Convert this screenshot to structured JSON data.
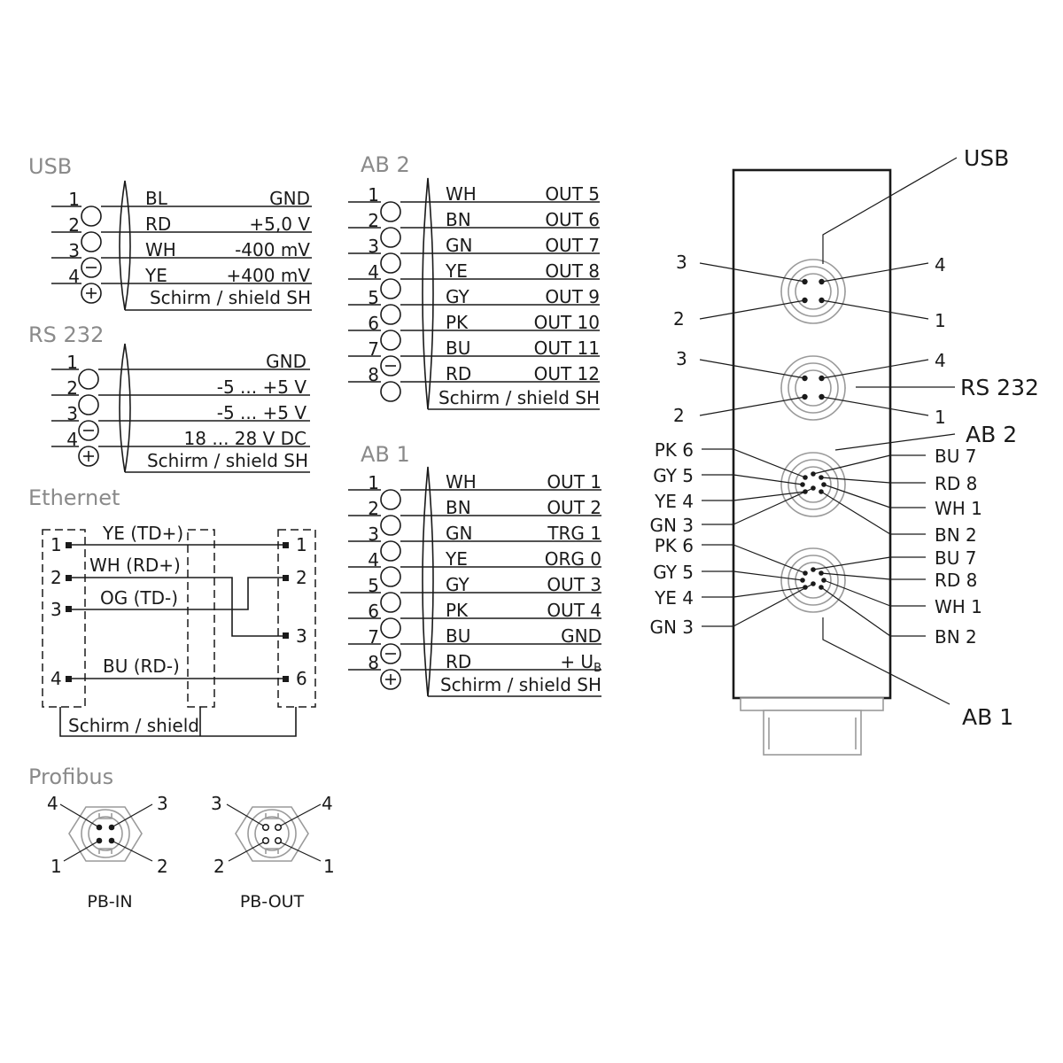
{
  "usb": {
    "heading": "USB",
    "pins": [
      {
        "num": "1",
        "sym": "",
        "color": "BL",
        "signal": "GND"
      },
      {
        "num": "2",
        "sym": "",
        "color": "RD",
        "signal": "+5,0 V"
      },
      {
        "num": "3",
        "sym": "minus",
        "color": "WH",
        "signal": "-400 mV"
      },
      {
        "num": "4",
        "sym": "plus",
        "color": "YE",
        "signal": "+400 mV"
      }
    ],
    "shield": "Schirm / shield SH"
  },
  "rs232": {
    "heading": "RS 232",
    "pins": [
      {
        "num": "1",
        "sym": "",
        "signal": "GND"
      },
      {
        "num": "2",
        "sym": "",
        "signal": "-5 ... +5 V"
      },
      {
        "num": "3",
        "sym": "minus",
        "signal": "-5 ... +5 V"
      },
      {
        "num": "4",
        "sym": "plus",
        "signal": "18 ... 28 V DC"
      }
    ],
    "shield": "Schirm / shield SH"
  },
  "ethernet": {
    "heading": "Ethernet",
    "wires": [
      {
        "left": "1",
        "name": "YE (TD+)",
        "right": "1"
      },
      {
        "left": "2",
        "name": "WH (RD+)",
        "right": "2"
      },
      {
        "left": "3",
        "name": "OG (TD-)",
        "right": "3"
      },
      {
        "left": "4",
        "name": "BU (RD-)",
        "right": "6"
      }
    ],
    "shield": "Schirm / shield"
  },
  "profibus": {
    "heading": "Profibus",
    "pb_in": {
      "label": "PB-IN",
      "tl": "4",
      "tr": "3",
      "bl": "1",
      "br": "2"
    },
    "pb_out": {
      "label": "PB-OUT",
      "tl": "3",
      "tr": "4",
      "bl": "2",
      "br": "1"
    }
  },
  "ab2": {
    "heading": "AB 2",
    "pins": [
      {
        "num": "1",
        "sym": "",
        "color": "WH",
        "signal": "OUT 5"
      },
      {
        "num": "2",
        "sym": "",
        "color": "BN",
        "signal": "OUT 6"
      },
      {
        "num": "3",
        "sym": "",
        "color": "GN",
        "signal": "OUT 7"
      },
      {
        "num": "4",
        "sym": "",
        "color": "YE",
        "signal": "OUT 8"
      },
      {
        "num": "5",
        "sym": "",
        "color": "GY",
        "signal": "OUT 9"
      },
      {
        "num": "6",
        "sym": "",
        "color": "PK",
        "signal": "OUT 10"
      },
      {
        "num": "7",
        "sym": "minus",
        "color": "BU",
        "signal": "OUT 11"
      },
      {
        "num": "8",
        "sym": "",
        "color": "RD",
        "signal": "OUT 12"
      }
    ],
    "shield": "Schirm / shield SH"
  },
  "ab1": {
    "heading": "AB 1",
    "pins": [
      {
        "num": "1",
        "sym": "",
        "color": "WH",
        "signal": "OUT 1"
      },
      {
        "num": "2",
        "sym": "",
        "color": "BN",
        "signal": "OUT 2"
      },
      {
        "num": "3",
        "sym": "",
        "color": "GN",
        "signal": "TRG 1"
      },
      {
        "num": "4",
        "sym": "",
        "color": "YE",
        "signal": "ORG 0"
      },
      {
        "num": "5",
        "sym": "",
        "color": "GY",
        "signal": "OUT 3"
      },
      {
        "num": "6",
        "sym": "",
        "color": "PK",
        "signal": "OUT 4"
      },
      {
        "num": "7",
        "sym": "minus",
        "color": "BU",
        "signal": "GND"
      },
      {
        "num": "8",
        "sym": "plus",
        "color": "RD",
        "signal": "+ U",
        "signal_sub": "B"
      }
    ],
    "shield": "Schirm / shield SH"
  },
  "device": {
    "usb": {
      "label": "USB",
      "p3": "3",
      "p4": "4",
      "p2": "2",
      "p1": "1"
    },
    "rs232": {
      "label": "RS 232",
      "p3": "3",
      "p4": "4",
      "p2": "2",
      "p1": "1"
    },
    "ab2": {
      "label": "AB 2",
      "left": [
        "PK 6",
        "GY 5",
        "YE 4",
        "GN 3"
      ],
      "right": [
        "BU 7",
        "RD 8",
        "WH 1",
        "BN 2"
      ]
    },
    "ab1": {
      "label": "AB 1",
      "left": [
        "PK 6",
        "GY 5",
        "YE 4",
        "GN 3"
      ],
      "right": [
        "BU 7",
        "RD 8",
        "WH 1",
        "BN 2"
      ]
    }
  }
}
